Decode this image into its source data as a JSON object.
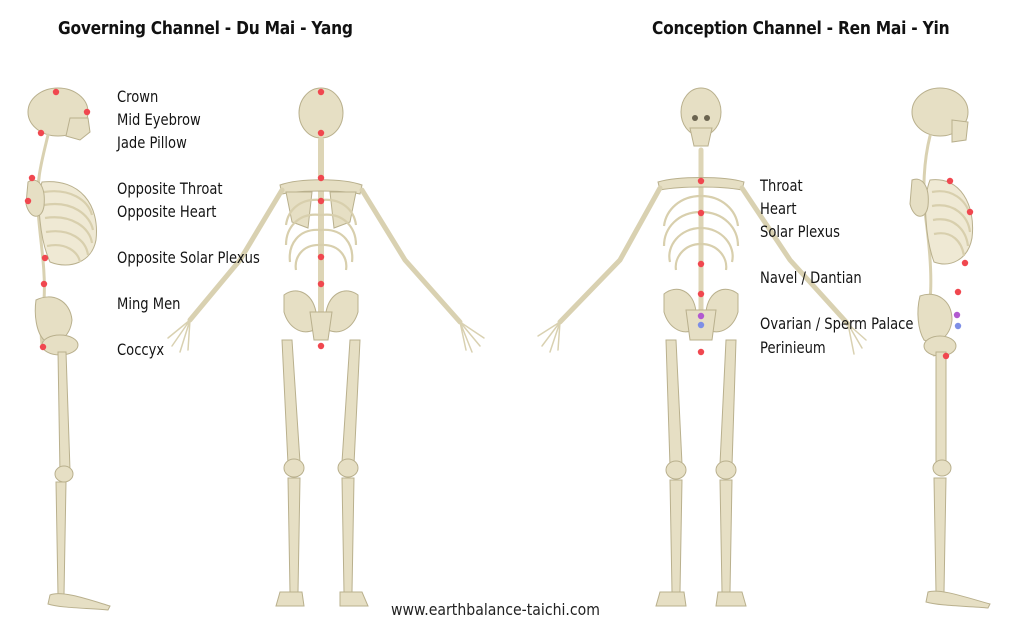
{
  "titles": {
    "governing": "Governing Channel - Du Mai - Yang",
    "conception": "Conception Channel - Ren Mai - Yin"
  },
  "governing_labels": [
    {
      "text": "Crown"
    },
    {
      "text": "Mid Eyebrow"
    },
    {
      "text": "Jade Pillow"
    },
    {
      "text": "Opposite Throat"
    },
    {
      "text": "Opposite Heart"
    },
    {
      "text": "Opposite Solar Plexus"
    },
    {
      "text": "Ming Men"
    },
    {
      "text": "Coccyx"
    }
  ],
  "conception_labels": [
    {
      "text": "Throat"
    },
    {
      "text": "Heart"
    },
    {
      "text": "Solar Plexus"
    },
    {
      "text": "Navel / Dantian"
    },
    {
      "text": "Ovarian / Sperm Palace"
    },
    {
      "text": "Perinieum"
    }
  ],
  "colors": {
    "point_red": "#f0474f",
    "point_purple": "#b25ad0",
    "point_blue": "#7e8fe6",
    "bone": "#e6dfc4"
  },
  "footer": {
    "website": "www.earthbalance-taichi.com"
  }
}
